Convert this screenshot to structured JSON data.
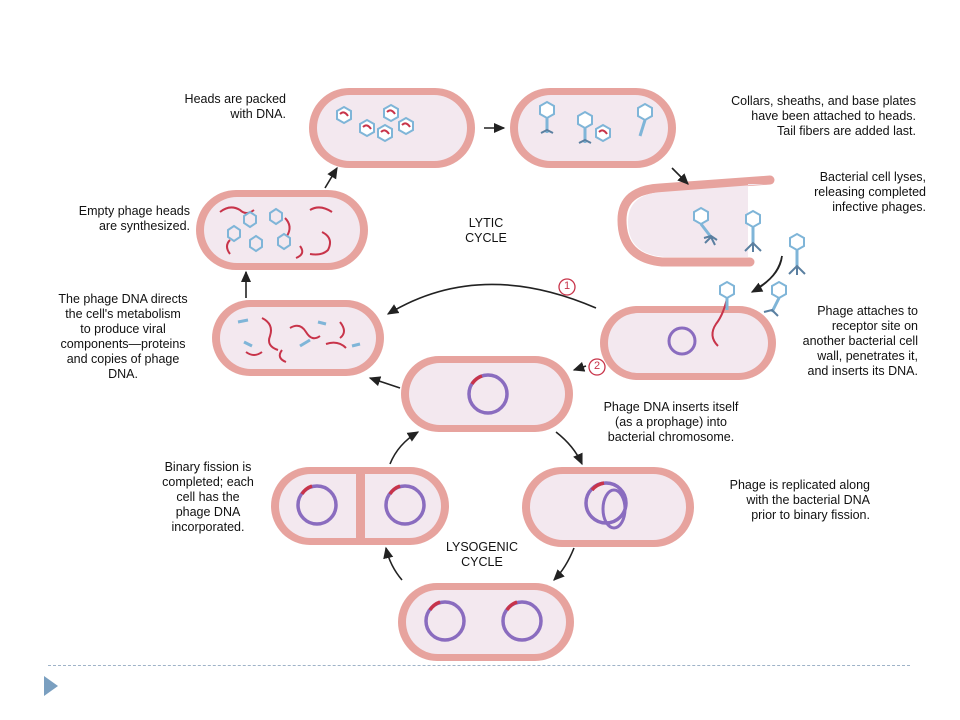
{
  "colors": {
    "cell_wall": "#e7a39e",
    "cell_fill": "#f3e8ef",
    "bacterial_dna": "#8a6cbf",
    "phage_dna": "#c8344a",
    "capsid": "#7fb5d8",
    "arrow": "#222222"
  },
  "labels": {
    "heads_packed": "Heads are packed\nwith DNA.",
    "collars": "Collars, sheaths, and base plates\nhave been attached to heads.\nTail fibers are added last.",
    "cell_lyses": "Bacterial cell lyses,\nreleasing completed\ninfective phages.",
    "empty_heads": "Empty phage heads\nare synthesized.",
    "lytic_cycle": "LYTIC\nCYCLE",
    "phage_attaches": "Phage attaches to\nreceptor site on\nanother bacterial cell\nwall, penetrates it,\nand inserts its DNA.",
    "dna_directs": "The phage DNA directs\nthe cell's metabolism\nto produce viral\ncomponents—proteins\nand copies of phage\nDNA.",
    "inserts_itself": "Phage DNA inserts itself\n(as a prophage) into\nbacterial chromosome.",
    "binary_fission": "Binary fission is\ncompleted; each\ncell has the\nphage DNA\nincorporated.",
    "replicated": "Phage is replicated along\nwith the bacterial DNA\nprior to binary fission.",
    "lysogenic_cycle": "LYSOGENIC\nCYCLE",
    "path_1": "1",
    "path_2": "2"
  },
  "icons": [
    "bacterial-cell-icon",
    "phage-icon",
    "circular-dna-icon",
    "arrow-icon",
    "slide-bullet-icon"
  ]
}
